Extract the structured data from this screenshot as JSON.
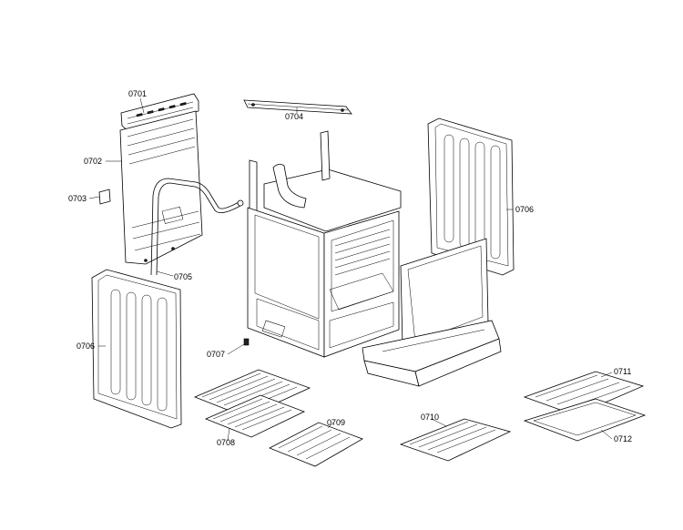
{
  "callouts": {
    "c0701": "0701",
    "c0702": "0702",
    "c0703": "0703",
    "c0704": "0704",
    "c0705": "0705",
    "c0706a": "0706",
    "c0706b": "0706",
    "c0707": "0707",
    "c0708": "0708",
    "c0709": "0709",
    "c0710": "0710",
    "c0711": "0711",
    "c0712": "0712"
  }
}
